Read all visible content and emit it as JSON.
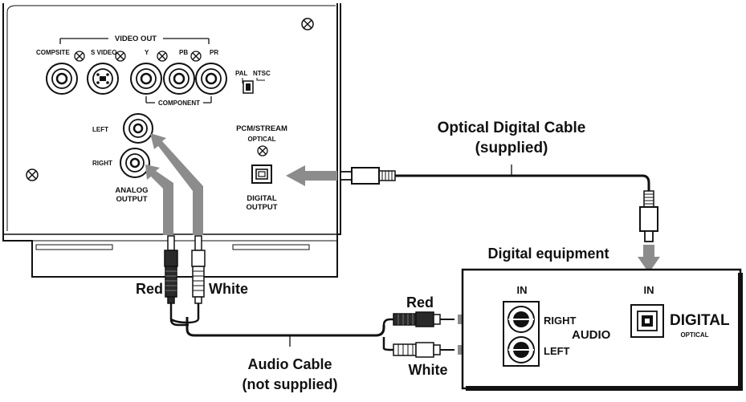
{
  "panel": {
    "video_out": "VIDEO OUT",
    "composite": "COMPSITE",
    "s_video": "S VIDEO",
    "y": "Y",
    "pb": "PB",
    "pr": "PR",
    "component": "COMPONENT",
    "pal": "PAL",
    "ntsc": "NTSC",
    "left": "LEFT",
    "right": "RIGHT",
    "analog_output_1": "ANALOG",
    "analog_output_2": "OUTPUT",
    "pcm_stream": "PCM/STREAM",
    "optical": "OPTICAL",
    "digital_output_1": "DIGITAL",
    "digital_output_2": "OUTPUT"
  },
  "labels": {
    "optical_cable_1": "Optical Digital Cable",
    "optical_cable_2": "(supplied)",
    "digital_equipment": "Digital equipment",
    "red_left": "Red",
    "white_left": "White",
    "audio_cable_1": "Audio Cable",
    "audio_cable_2": "(not supplied)",
    "red_right": "Red",
    "white_right": "White"
  },
  "equipment": {
    "in_audio": "IN",
    "in_digital": "IN",
    "right": "RIGHT",
    "audio": "AUDIO",
    "left": "LEFT",
    "digital": "DIGITAL",
    "optical": "OPTICAL"
  },
  "colors": {
    "arrow": "#8c8c8c",
    "line": "#111111",
    "plug_dark": "#2a2a2a"
  }
}
